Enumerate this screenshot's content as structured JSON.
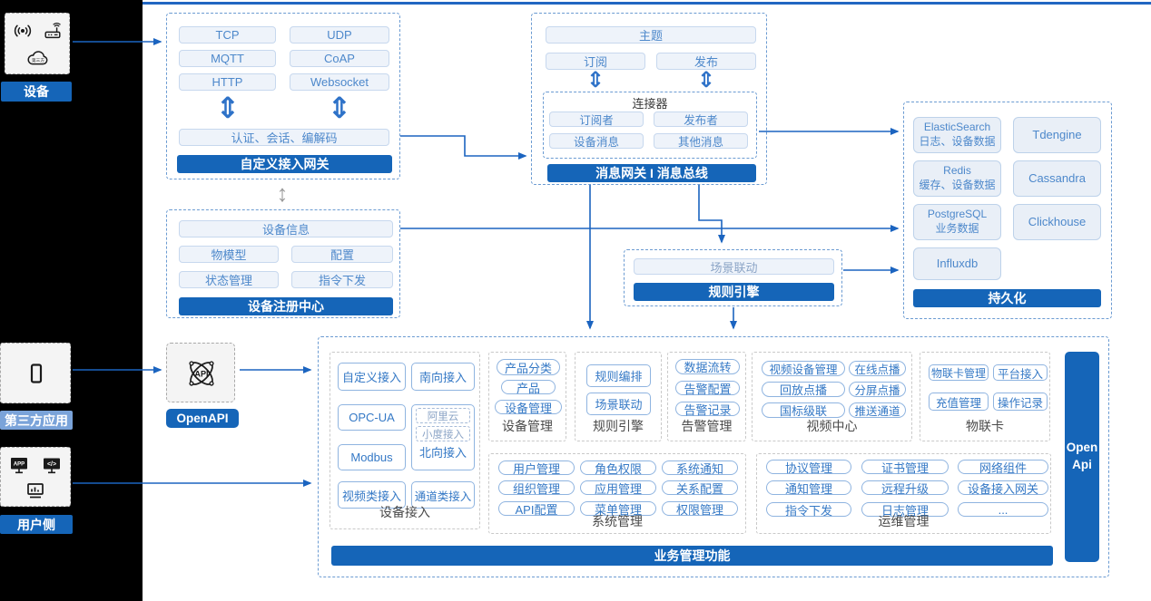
{
  "colors": {
    "accent": "#1565b8",
    "line": "#1b64c0",
    "light_label": "#7aa3d9"
  },
  "icons": {
    "v_double_arrow": "⇕",
    "v_arrow": "↕"
  },
  "rail": {
    "device": {
      "label": "设备",
      "cloud_text": "第三方"
    },
    "third_party": {
      "label": "第三方应用"
    },
    "user": {
      "label": "用户侧"
    }
  },
  "gateway": {
    "title": "自定义接入网关",
    "rows": [
      [
        "TCP",
        "UDP"
      ],
      [
        "MQTT",
        "CoAP"
      ],
      [
        "HTTP",
        "Websocket"
      ]
    ],
    "auth": "认证、会话、编解码"
  },
  "bus": {
    "title": "消息网关 I 消息总线",
    "topic": "主题",
    "subscribe": "订阅",
    "publish": "发布",
    "connector": {
      "title": "连接器",
      "rows": [
        [
          "订阅者",
          "发布者"
        ],
        [
          "设备消息",
          "其他消息"
        ]
      ]
    }
  },
  "registry": {
    "title": "设备注册中心",
    "info": "设备信息",
    "rows": [
      [
        "物模型",
        "配置"
      ],
      [
        "状态管理",
        "指令下发"
      ]
    ]
  },
  "rule": {
    "title": "规则引擎",
    "item": "场景联动"
  },
  "persistence": {
    "title": "持久化",
    "col1": [
      {
        "name": "ElasticSearch",
        "desc": "日志、设备数据"
      },
      {
        "name": "Redis",
        "desc": "缓存、设备数据"
      },
      {
        "name": "PostgreSQL",
        "desc": "业务数据"
      },
      {
        "name": "Influxdb",
        "desc": ""
      }
    ],
    "col2": [
      "Tdengine",
      "Cassandra",
      "Clickhouse"
    ]
  },
  "openapi": {
    "label": "OpenAPI"
  },
  "business": {
    "title": "业务管理功能",
    "open_api": "Open Api",
    "device_access": {
      "title": "设备接入",
      "col1": [
        "自定义接入",
        "OPC-UA",
        "Modbus",
        "视频类接入"
      ],
      "col2_top": "南向接入",
      "north": {
        "minis": [
          "阿里云",
          "小度接入"
        ],
        "label": "北向接入"
      },
      "col2_bottom": "通道类接入"
    },
    "device_mgmt": {
      "title": "设备管理",
      "items": [
        "产品分类",
        "产品",
        "设备管理"
      ]
    },
    "rule": {
      "title": "规则引擎",
      "items": [
        "规则编排",
        "场景联动"
      ]
    },
    "alert": {
      "title": "告警管理",
      "items": [
        "数据流转",
        "告警配置",
        "告警记录"
      ]
    },
    "video": {
      "title": "视频中心",
      "col1": [
        "视频设备管理",
        "回放点播",
        "国标级联"
      ],
      "col2": [
        "在线点播",
        "分屏点播",
        "推送通道"
      ]
    },
    "iot_card": {
      "title": "物联卡",
      "col1": [
        "物联卡管理",
        "充值管理"
      ],
      "col2": [
        "平台接入",
        "操作记录"
      ]
    },
    "system": {
      "title": "系统管理",
      "rows": [
        [
          "用户管理",
          "角色权限",
          "系统通知"
        ],
        [
          "组织管理",
          "应用管理",
          "关系配置"
        ],
        [
          "API配置",
          "菜单管理",
          "权限管理"
        ]
      ]
    },
    "ops": {
      "title": "运维管理",
      "rows": [
        [
          "协议管理",
          "证书管理",
          "网络组件"
        ],
        [
          "通知管理",
          "远程升级",
          "设备接入网关"
        ],
        [
          "指令下发",
          "日志管理",
          "..."
        ]
      ]
    }
  }
}
